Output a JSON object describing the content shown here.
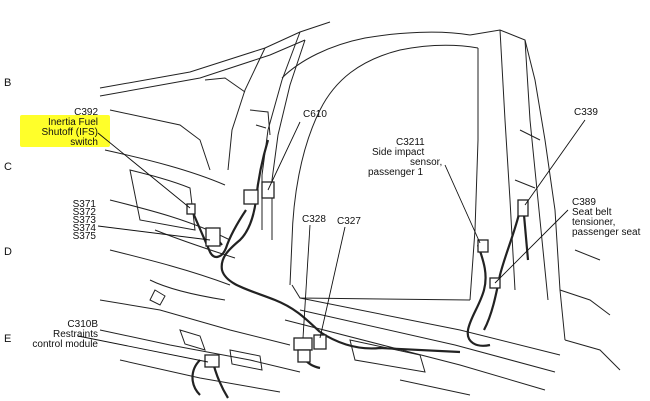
{
  "grid": [
    "B",
    "C",
    "D",
    "E"
  ],
  "callouts": {
    "c392": {
      "code": "C392",
      "desc": [
        "Inertia Fuel",
        "Shutoff (IFS)",
        "switch"
      ]
    },
    "c610": {
      "code": "C610"
    },
    "s37x": {
      "codes": [
        "S371",
        "S372",
        "S373",
        "S374",
        "S375"
      ]
    },
    "c328": {
      "code": "C328"
    },
    "c327": {
      "code": "C327"
    },
    "c310b": {
      "code": "C310B",
      "desc": [
        "Restraints",
        "control module"
      ]
    },
    "c3211": {
      "code": "C3211",
      "desc": [
        "Side impact",
        "sensor,",
        "passenger 1"
      ]
    },
    "c339": {
      "code": "C339"
    },
    "c389": {
      "code": "C389",
      "desc": [
        "Seat belt",
        "tensioner,",
        "passenger seat"
      ]
    }
  },
  "colors": {
    "highlight": "#ffff2a",
    "ink": "#111111"
  }
}
